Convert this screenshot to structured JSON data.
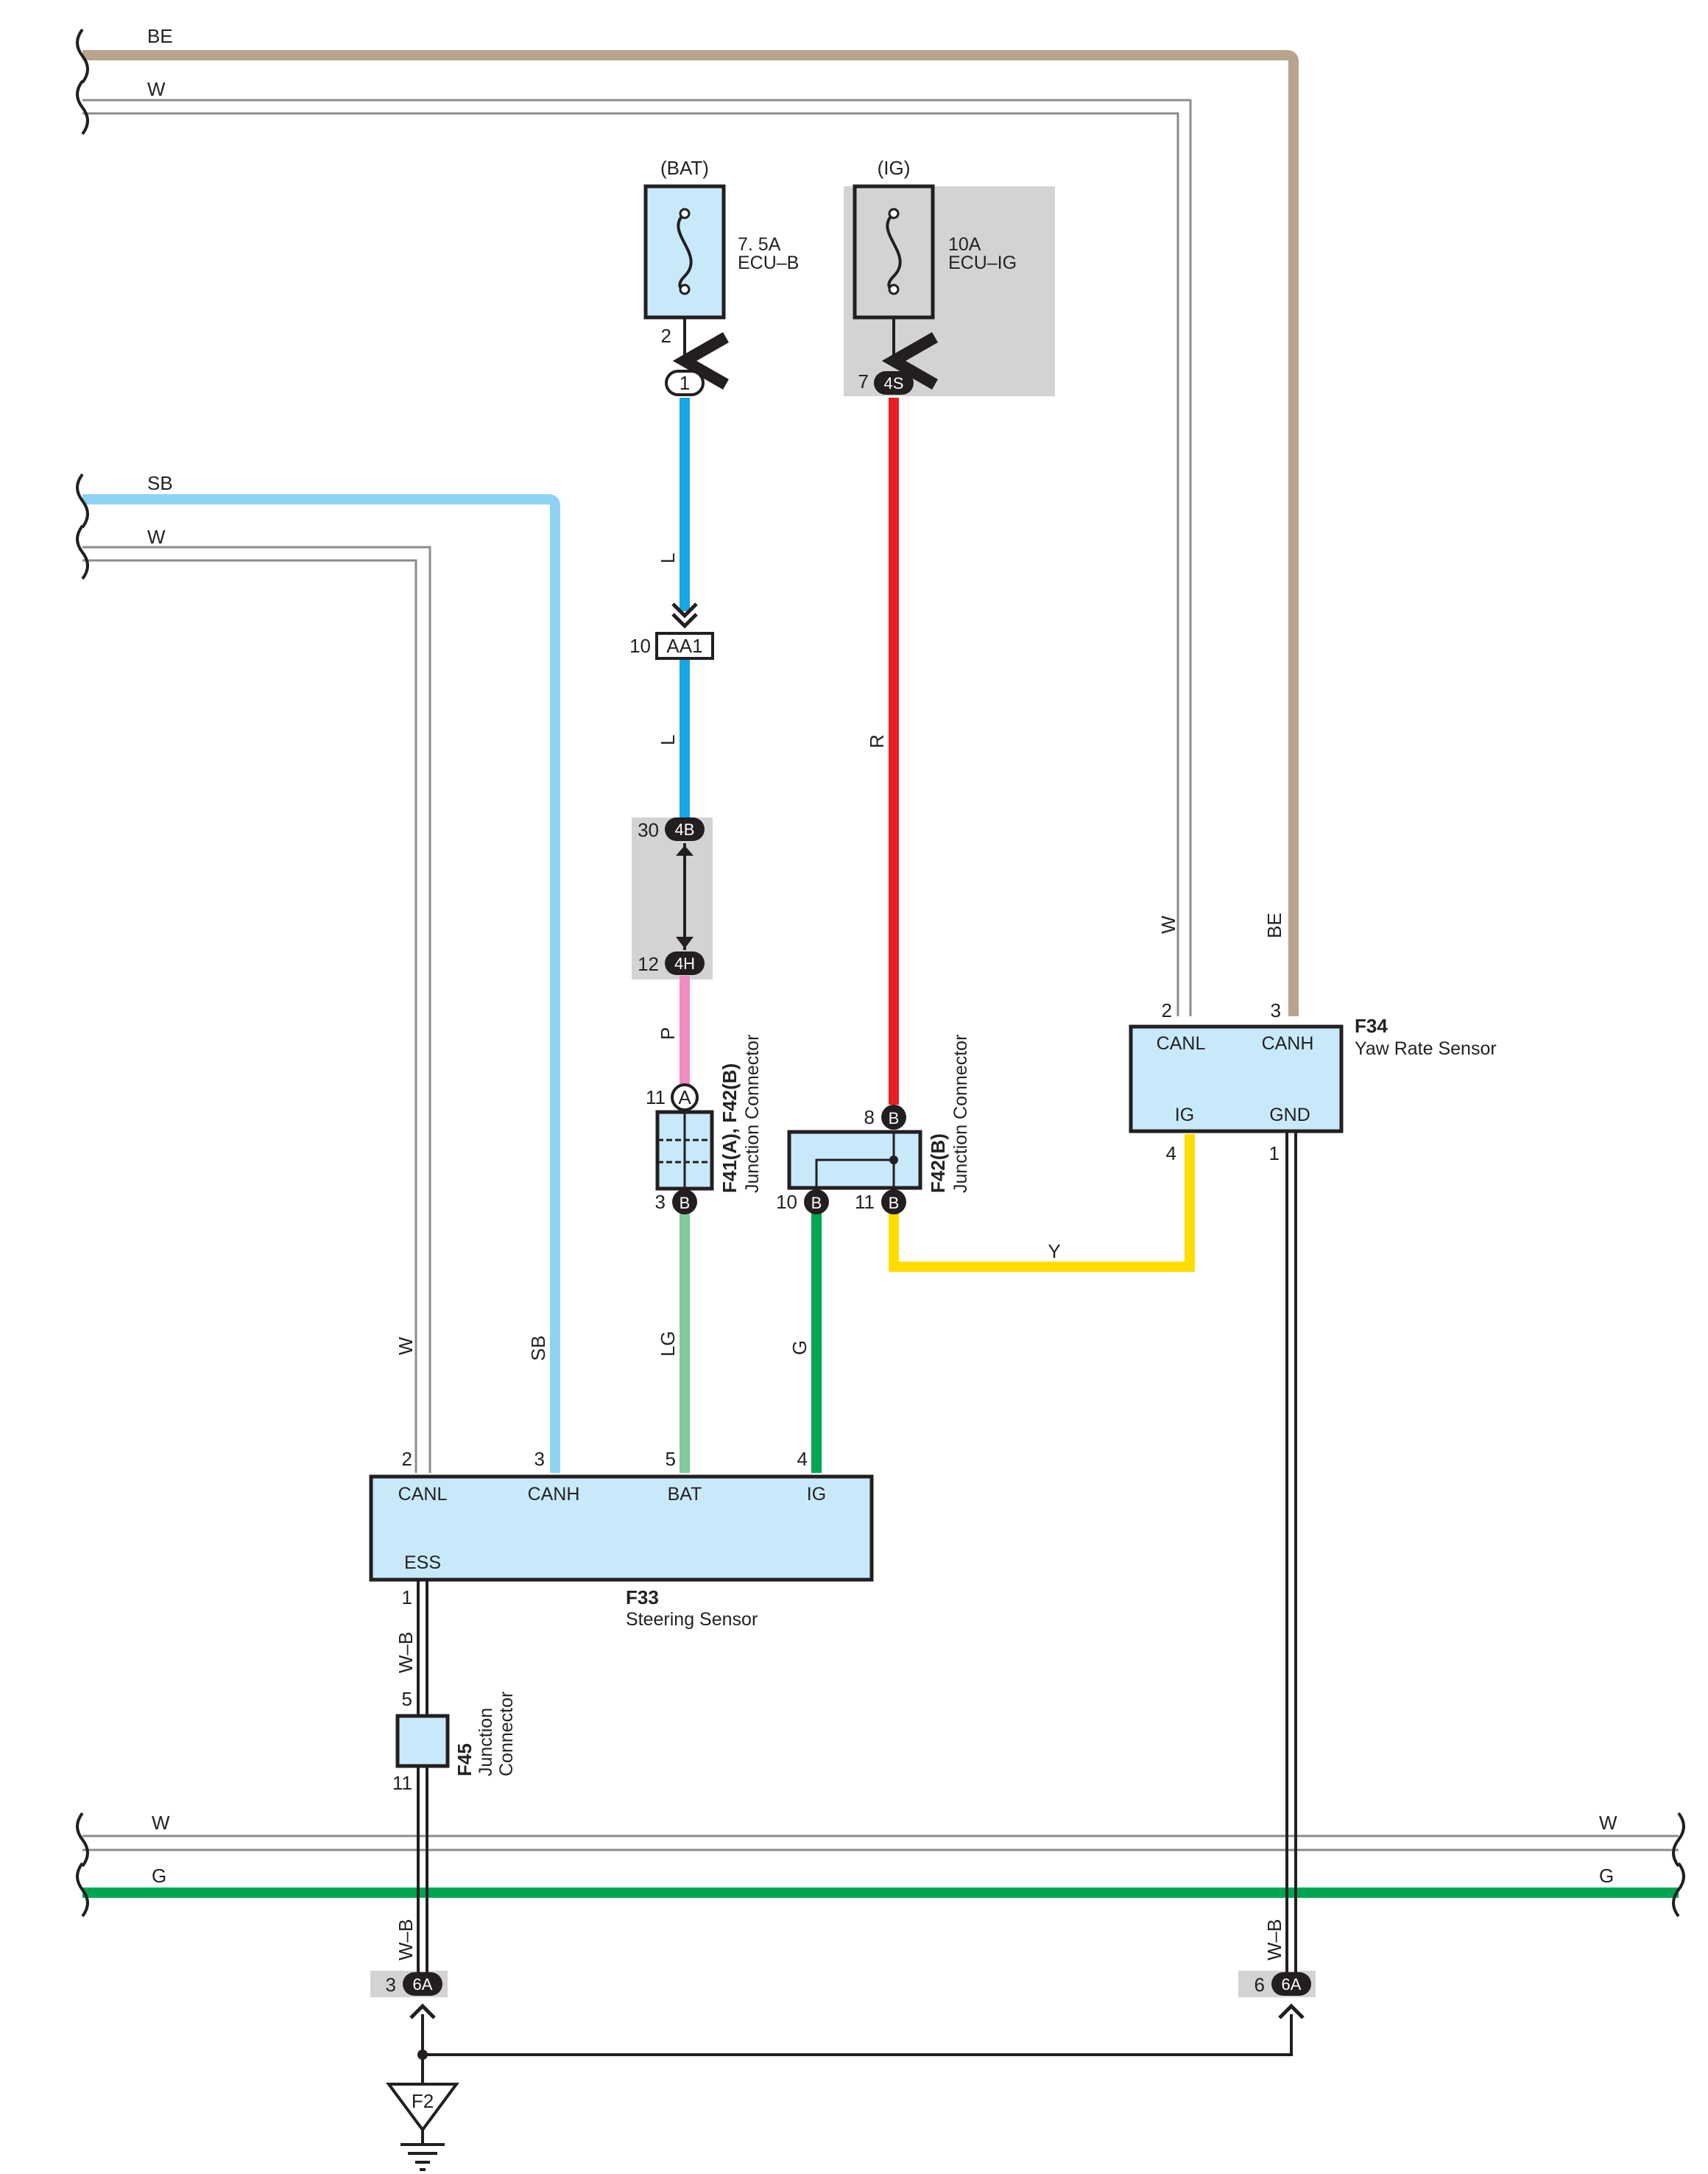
{
  "colors": {
    "BE": "#b8a38c",
    "SB": "#8fd3f4",
    "L": "#16a6e2",
    "R": "#e61e26",
    "P": "#f08cbf",
    "LG": "#82c89a",
    "G": "#00a651",
    "Y": "#ffdd00",
    "fill": "#c8e9fa",
    "shade": "#d3d3d5"
  },
  "wires": {
    "be_top": "BE",
    "w_top": "W",
    "sb_left": "SB",
    "w_left": "W",
    "l_upper": "L",
    "l_lower": "L",
    "p": "P",
    "r": "R",
    "lg": "LG",
    "g_ig": "G",
    "y": "Y",
    "w_f33": "W",
    "sb_f33": "SB",
    "w_f34": "W",
    "be_f34": "BE",
    "wb_f45": "W–B",
    "wb_ground_left": "W–B",
    "wb_ground_right": "W–B",
    "w_bottom_left": "W",
    "w_bottom_right": "W",
    "g_bottom_left": "G",
    "g_bottom_right": "G"
  },
  "fuses": {
    "bat": {
      "header": "(BAT)",
      "rating": "7. 5A",
      "name": "ECU–B",
      "pin": "2"
    },
    "ig": {
      "header": "(IG)",
      "rating": "10A",
      "name": "ECU–IG",
      "pin": "7"
    }
  },
  "connectors": {
    "c1": {
      "label": "1"
    },
    "c4s": {
      "label": "4S"
    },
    "aa1": {
      "label": "AA1",
      "pin": "10"
    },
    "c4b": {
      "label": "4B",
      "pin": "30"
    },
    "c4h": {
      "label": "4H",
      "pin": "12"
    },
    "f41_top": {
      "label": "A",
      "pin": "11"
    },
    "f41_bottom": {
      "label": "B",
      "pin": "3"
    },
    "f42_top": {
      "label": "B",
      "pin": "8"
    },
    "f42_bl": {
      "label": "B",
      "pin": "10"
    },
    "f42_br": {
      "label": "B",
      "pin": "11"
    },
    "g6a_left": {
      "label": "6A",
      "pin": "3"
    },
    "g6a_right": {
      "label": "6A",
      "pin": "6"
    }
  },
  "components": {
    "f41": {
      "code": "F41(A), F42(B)",
      "name": "Junction Connector"
    },
    "f42": {
      "code": "F42(B)",
      "name": "Junction Connector"
    },
    "f45": {
      "code": "F45",
      "name_line1": "Junction",
      "name_line2": "Connector",
      "pin_top": "5",
      "pin_bottom": "11"
    },
    "f34": {
      "code": "F34",
      "name": "Yaw Rate Sensor",
      "pins": {
        "canl": "CANL",
        "canh": "CANH",
        "ig": "IG",
        "gnd": "GND"
      },
      "pin_numbers": {
        "canl": "2",
        "canh": "3",
        "ig": "4",
        "gnd": "1"
      }
    },
    "f33": {
      "code": "F33",
      "name": "Steering Sensor",
      "pins": {
        "canl": "CANL",
        "canh": "CANH",
        "bat": "BAT",
        "ig": "IG",
        "ess": "ESS"
      },
      "pin_numbers": {
        "canl": "2",
        "canh": "3",
        "bat": "5",
        "ig": "4",
        "ess": "1"
      }
    },
    "ground": {
      "label": "F2"
    }
  }
}
